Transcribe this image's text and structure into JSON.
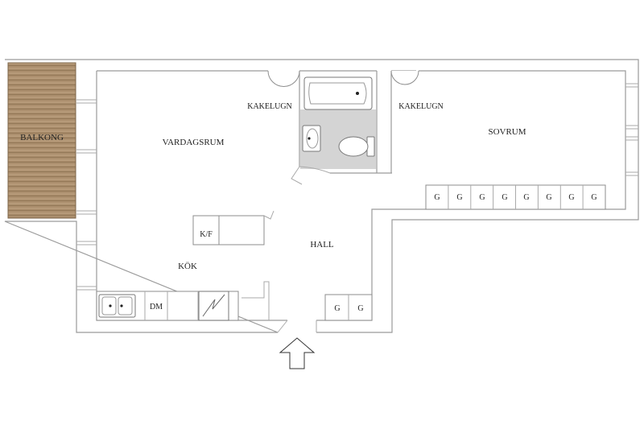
{
  "rooms": {
    "balcony": "BALKONG",
    "living_room": "VARDAGSRUM",
    "bedroom": "SOVRUM",
    "hall": "HALL",
    "kitchen": "KÖK"
  },
  "fixtures": {
    "tiled_stove_left": "KAKELUGN",
    "tiled_stove_right": "KAKELUGN",
    "fridge_freezer": "K/F",
    "dishwasher": "DM",
    "hall_closets": [
      "G",
      "G"
    ],
    "bedroom_closets": [
      "G",
      "G",
      "G",
      "G",
      "G",
      "G",
      "G",
      "G"
    ]
  },
  "colors": {
    "balcony_wood": "#a88b6a",
    "bathroom_floor": "#d4d4d4",
    "walls": "#9a9a9a"
  }
}
